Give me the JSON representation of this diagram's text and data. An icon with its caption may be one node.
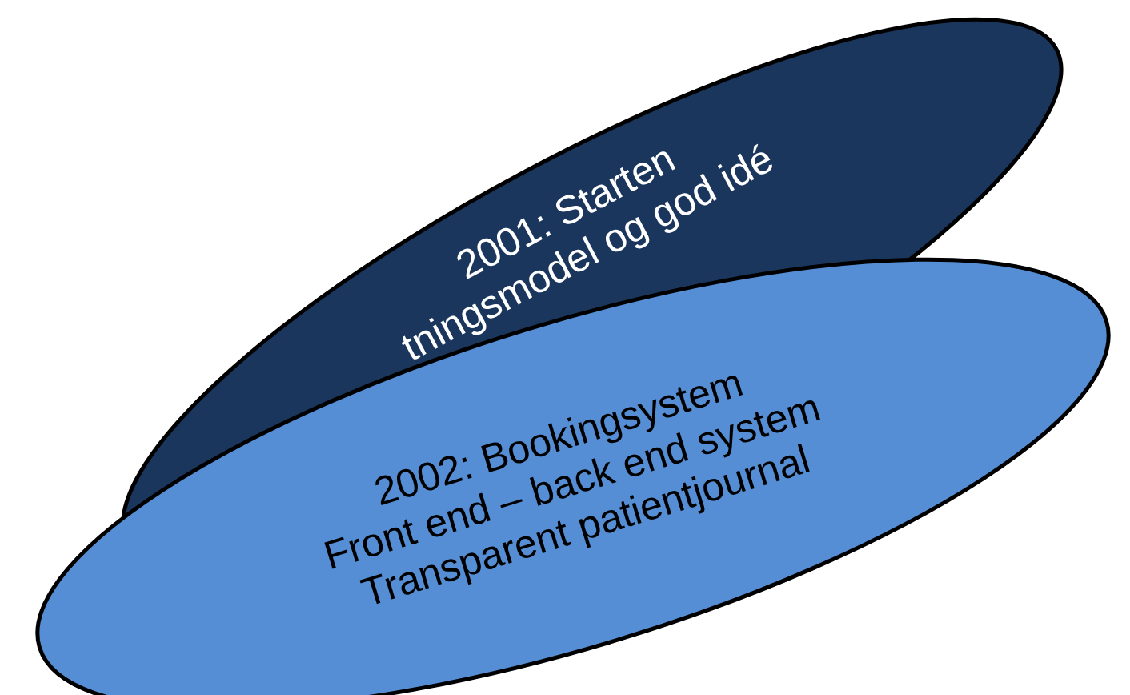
{
  "diagram": {
    "nodes": [
      {
        "text": [
          "2001: Starten",
          "tningsmodel og god idé"
        ]
      },
      {
        "text": [
          "2002: Bookingsystem",
          "Front end – back end system",
          "Transparent patientjournal"
        ]
      }
    ],
    "edges": []
  }
}
